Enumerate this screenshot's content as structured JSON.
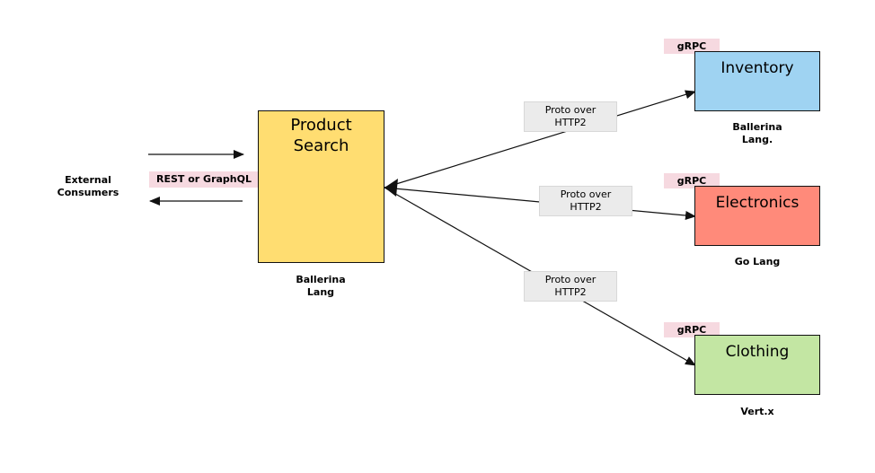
{
  "external": {
    "line1": "External",
    "line2": "Consumers"
  },
  "rest_label": "REST or GraphQL",
  "product_search": {
    "title_line1": "Product",
    "title_line2": "Search",
    "lang_line1": "Ballerina",
    "lang_line2": "Lang",
    "color": "#ffdd71"
  },
  "services": [
    {
      "id": "inventory",
      "title": "Inventory",
      "protocol": "gRPC",
      "lang_line1": "Ballerina",
      "lang_line2": "Lang.",
      "color": "#9fd3f2"
    },
    {
      "id": "electronics",
      "title": "Electronics",
      "protocol": "gRPC",
      "lang_line1": "Go Lang",
      "lang_line2": "",
      "color": "#ff8a7a"
    },
    {
      "id": "clothing",
      "title": "Clothing",
      "protocol": "gRPC",
      "lang_line1": "Vert.x",
      "lang_line2": "",
      "color": "#c3e6a3"
    }
  ],
  "transport_labels": [
    {
      "line1": "Proto over",
      "line2": "HTTP2"
    },
    {
      "line1": "Proto over",
      "line2": "HTTP2"
    },
    {
      "line1": "Proto over",
      "line2": "HTTP2"
    }
  ],
  "colors": {
    "pink_tag": "#f6d9e0",
    "gray_tag": "#ebebeb"
  }
}
